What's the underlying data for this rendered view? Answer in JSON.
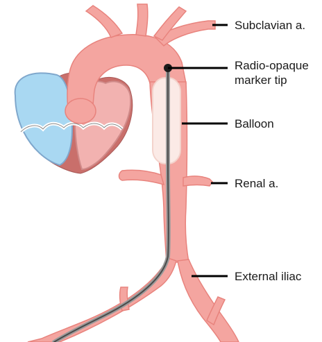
{
  "labels": {
    "subclavian": "Subclavian a.",
    "marker_line1": "Radio-opaque",
    "marker_line2": "marker tip",
    "balloon": "Balloon",
    "renal": "Renal a.",
    "external_iliac": "External iliac"
  },
  "colors": {
    "vessel_fill": "#f4a5a0",
    "vessel_edge": "#e8837d",
    "heart_outer": "#c96f6b",
    "heart_wall": "#b86563",
    "left_chamber": "#a9d8f2",
    "right_chamber": "#f2b2b0",
    "valve_outline": "#ffffff",
    "balloon_fill": "#fbeae6",
    "catheter": "#9a9a9a",
    "catheter_core": "#555555",
    "leader": "#000000"
  }
}
